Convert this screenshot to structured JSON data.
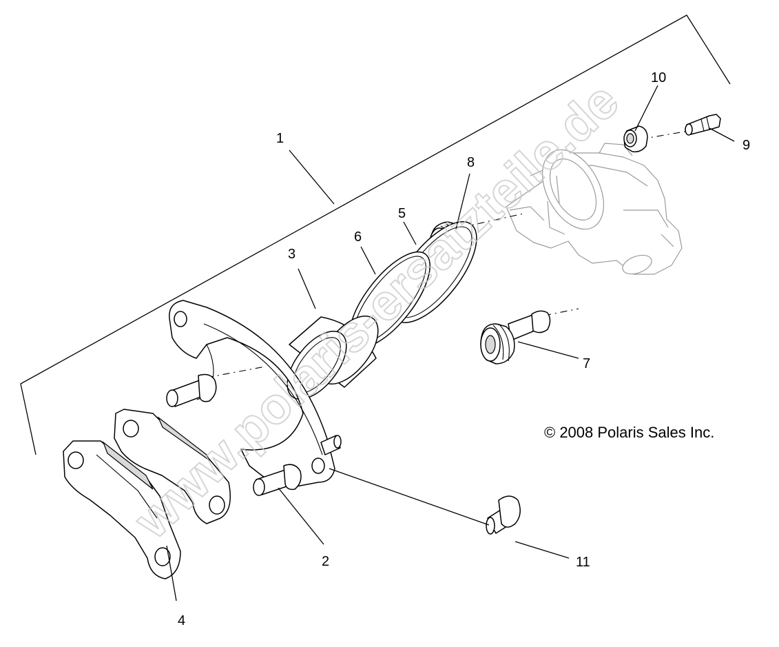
{
  "diagram": {
    "part_numbers": {
      "p1": "1",
      "p2": "2",
      "p3": "3",
      "p4": "4",
      "p5": "5",
      "p6": "6",
      "p7": "7",
      "p8": "8",
      "p9": "9",
      "p10": "10",
      "p11": "11"
    },
    "copyright": "© 2008 Polaris Sales Inc.",
    "watermark": "www.polaris-ersatzteile.de"
  }
}
